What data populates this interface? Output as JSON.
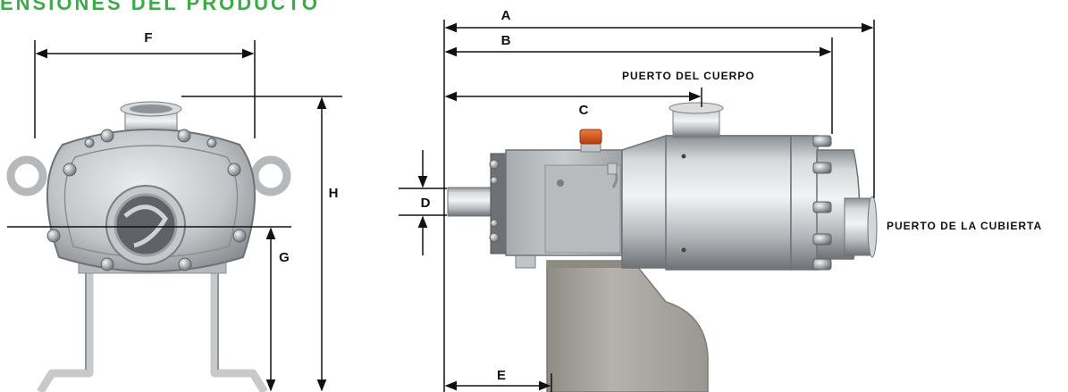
{
  "title": "ENSIONES DEL PRODUCTO",
  "dimension_labels": {
    "a": "A",
    "b": "B",
    "c": "C",
    "d": "D",
    "e": "E",
    "f": "F",
    "g": "G",
    "h": "H"
  },
  "callouts": {
    "body_port": "PUERTO DEL CUERPO",
    "cover_port": "PUERTO DE LA CUBIERTA"
  },
  "colors": {
    "title": "#3daa48",
    "steel_light": "#e4e6e8",
    "steel_mid": "#b9bcbf",
    "steel_dark": "#7d8184",
    "bracket": "#a8a59f",
    "knob": "#d9541e"
  }
}
